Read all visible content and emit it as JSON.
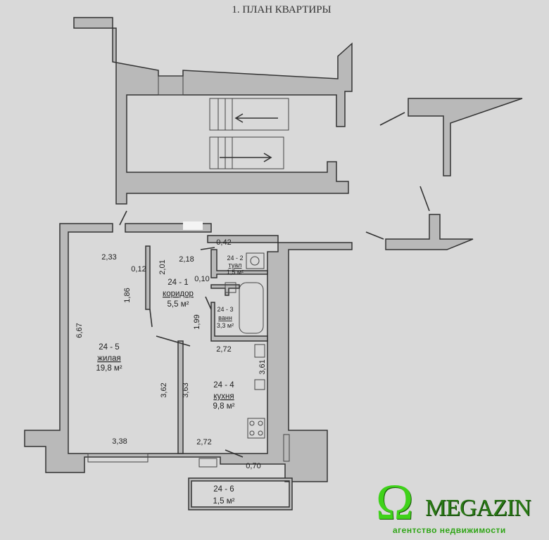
{
  "title": "1. ПЛАН КВАРТИРЫ",
  "dimensions": {
    "living_top": "2,33",
    "living_partition": "0,12",
    "living_partition_len": "1,86",
    "corridor_left": "2,01",
    "corridor_top": "2,18",
    "wc_top": "0,42",
    "bath_wall": "0,10",
    "corridor_right": "1,99",
    "kitchen_top": "2,72",
    "kitchen_right": "3,61",
    "living_left": "6,67",
    "living_right": "3,62",
    "kitchen_left": "3,63",
    "living_bottom": "3,38",
    "kitchen_bottom": "2,72",
    "window_wall": "0,70"
  },
  "rooms": {
    "corridor": {
      "number": "24 - 1",
      "name": "коридор",
      "area": "5,5 м²"
    },
    "wc": {
      "number": "24 - 2",
      "name": "туал",
      "area": "1,5 м²"
    },
    "bath": {
      "number": "24 - 3",
      "name": "ванн",
      "area": "3,3 м²"
    },
    "kitchen": {
      "number": "24 - 4",
      "name": "кухня",
      "area": "9,8 м²"
    },
    "living": {
      "number": "24 - 5",
      "name": "жилая",
      "area": "19,8 м²"
    },
    "balcony": {
      "number": "24 - 6",
      "area": "1,5 м²"
    }
  },
  "logo": {
    "symbol": "Ω",
    "name": "MEGAZIN",
    "subtitle": "агентство недвижимости",
    "color": "#3fd21a"
  }
}
